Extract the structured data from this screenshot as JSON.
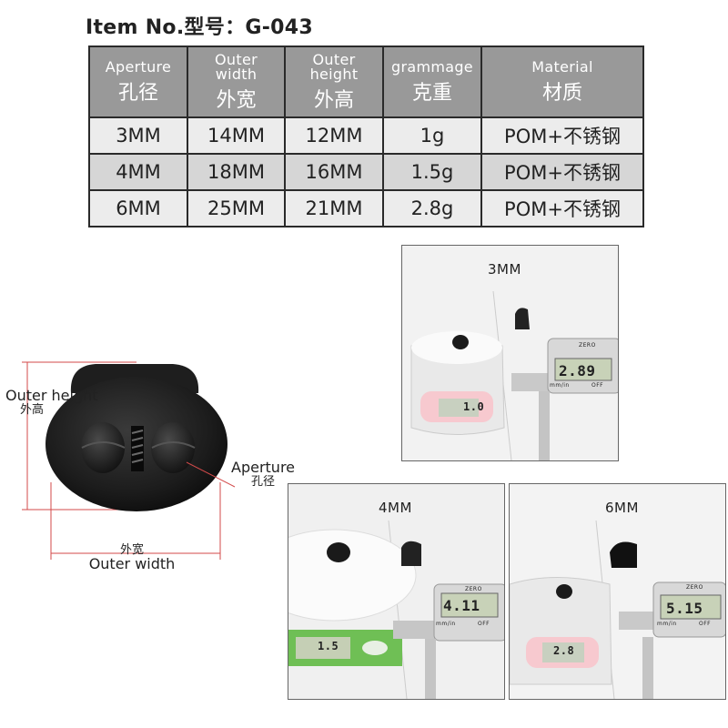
{
  "title": "Item No.型号：G-043",
  "table": {
    "headers": [
      {
        "en": "Aperture",
        "zh": "孔径"
      },
      {
        "en": "Outer width",
        "zh": "外宽"
      },
      {
        "en": "Outer height",
        "zh": "外高"
      },
      {
        "en": "grammage",
        "zh": "克重"
      },
      {
        "en": "Material",
        "zh": "材质"
      }
    ],
    "rows": [
      [
        "3MM",
        "14MM",
        "12MM",
        "1g",
        "POM+不锈钢"
      ],
      [
        "4MM",
        "18MM",
        "16MM",
        "1.5g",
        "POM+不锈钢"
      ],
      [
        "6MM",
        "25MM",
        "21MM",
        "2.8g",
        "POM+不锈钢"
      ]
    ]
  },
  "diagram": {
    "outer_height_en": "Outer height",
    "outer_height_zh": "外高",
    "outer_width_en": "Outer width",
    "outer_width_zh": "外宽",
    "aperture_en": "Aperture",
    "aperture_zh": "孔径"
  },
  "photos": [
    {
      "label": "3MM",
      "caliper_reading": "2.89",
      "scale_reading": "1.0"
    },
    {
      "label": "4MM",
      "caliper_reading": "4.11",
      "scale_reading": "1.5"
    },
    {
      "label": "6MM",
      "caliper_reading": "5.15",
      "scale_reading": "2.8"
    }
  ],
  "caliper_labels": {
    "zero": "ZERO",
    "off": "OFF",
    "mm_in": "mm/in"
  }
}
